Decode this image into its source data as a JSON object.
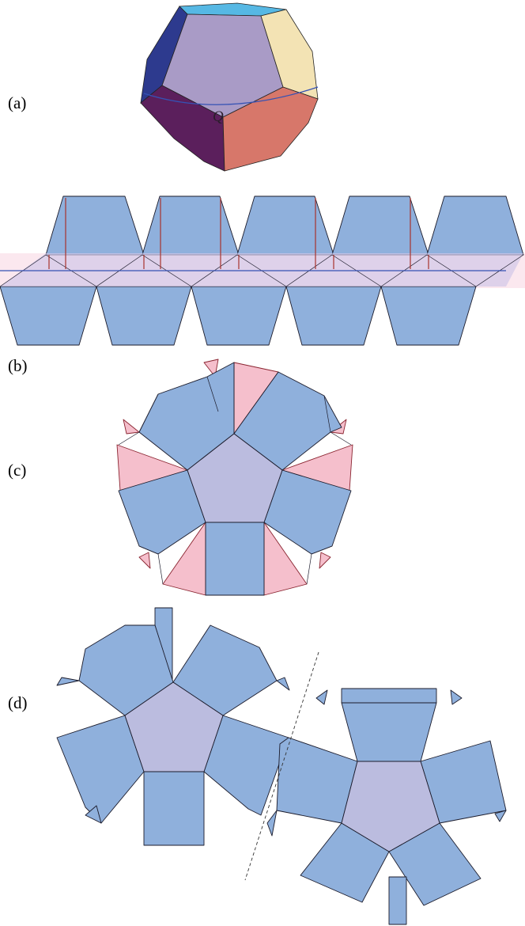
{
  "labels": {
    "a": "(a)",
    "b": "(b)",
    "c": "(c)",
    "d": "(d)",
    "q": "Q"
  },
  "colors": {
    "face_blue": "#8fb0dc",
    "face_center": "#bbbcdf",
    "flap_pink": "#f5bfcc",
    "geodesic": "#3552b4",
    "cut_red": "#a8332c",
    "solid_top": "#56b8e4",
    "solid_front": "#a99bc6",
    "solid_left": "#2d3a8e",
    "solid_right": "#f3e3b4",
    "solid_bottom_left": "#5b1f5c",
    "solid_bottom_right": "#d7776a"
  }
}
